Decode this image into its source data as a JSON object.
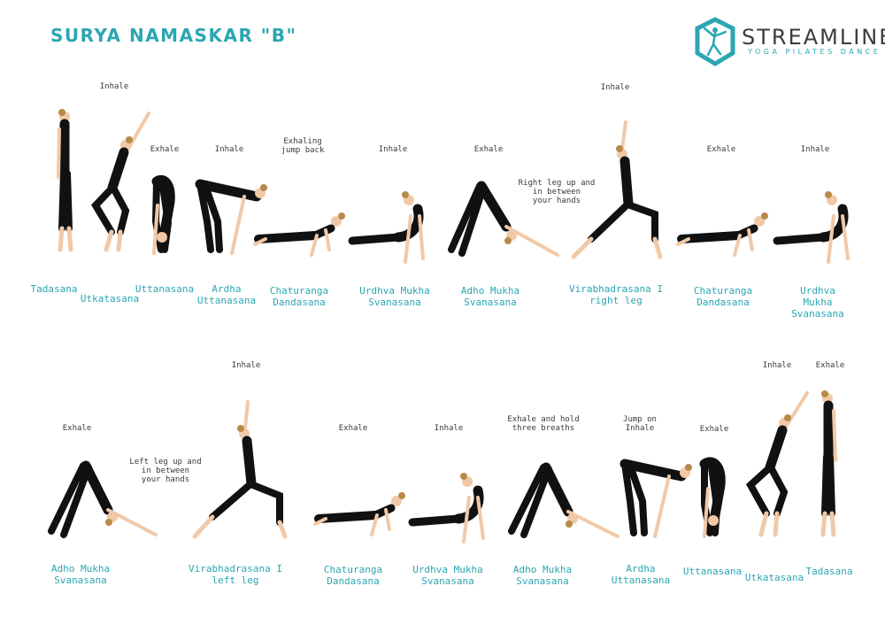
{
  "title": "SURYA NAMASKAR \"B\"",
  "brand": {
    "name": "STREAMLINE",
    "tagline": "YOGA PILATES DANCE",
    "logo_icon": "dancer-hexagon-icon",
    "color": "#2ba6b2"
  },
  "colors": {
    "accent": "#2ba6b2",
    "cue_text": "#3a3a3a",
    "clothing": "#111111",
    "skin": "#f1c9a8",
    "hair": "#b88a4a"
  },
  "row1": {
    "cues": [
      "Inhale",
      "Exhale",
      "Inhale",
      "Exhaling\njump back",
      "Inhale",
      "Exhale",
      "Right leg up and\nin between\nyour hands",
      "Inhale",
      "Exhale",
      "Inhale"
    ],
    "poses": [
      "Tadasana",
      "Utkatasana",
      "Uttanasana",
      "Ardha\nUttanasana",
      "Chaturanga\nDandasana",
      "Urdhva Mukha\nSvanasana",
      "Adho Mukha\nSvanasana",
      "Virabhadrasana I\nright leg",
      "Chaturanga\nDandasana",
      "Urdhva Mukha\nSvanasana"
    ]
  },
  "row2": {
    "cues": [
      "Exhale",
      "Left leg up and\nin between\nyour hands",
      "Inhale",
      "Exhale",
      "Inhale",
      "Exhale and hold\nthree breaths",
      "Jump on\nInhale",
      "Exhale",
      "Inhale",
      "Exhale"
    ],
    "poses": [
      "Adho Mukha\nSvanasana",
      "Virabhadrasana I\nleft leg",
      "Chaturanga\nDandasana",
      "Urdhva Mukha\nSvanasana",
      "Adho Mukha\nSvanasana",
      "Ardha\nUttanasana",
      "Uttanasana",
      "Utkatasana",
      "Tadasana"
    ]
  },
  "figures": {
    "row1": [
      "tadasana",
      "utkatasana",
      "uttanasana",
      "ardha-uttanasana",
      "chaturanga",
      "urdhva-mukha",
      "adho-mukha",
      "virabhadrasana",
      "chaturanga",
      "urdhva-mukha"
    ],
    "row2": [
      "adho-mukha",
      "virabhadrasana",
      "chaturanga",
      "urdhva-mukha",
      "adho-mukha",
      "ardha-uttanasana",
      "uttanasana",
      "utkatasana",
      "tadasana"
    ]
  }
}
